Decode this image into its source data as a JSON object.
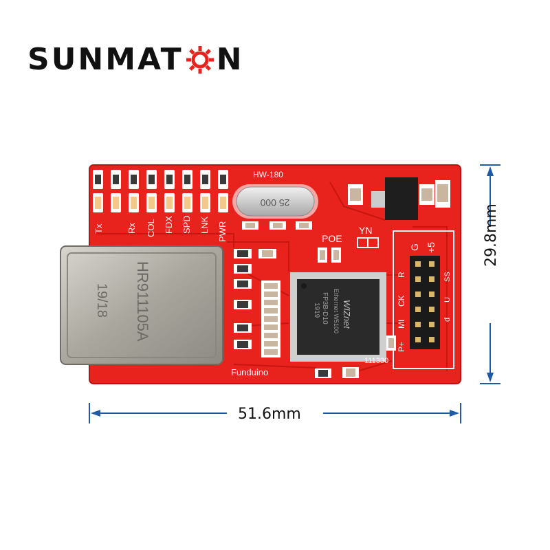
{
  "logo": {
    "text_before": "SUNMAT",
    "text_after": "N"
  },
  "board": {
    "model": "HW-180",
    "led_labels": [
      "Tx",
      "Rx",
      "COL",
      "FDX",
      "SPD",
      "LNK",
      "PWR"
    ],
    "crystal": "25 000",
    "poe_label": "POE",
    "yn_label": "YN",
    "connector_top": [
      "G",
      "+5"
    ],
    "connector_side": [
      "CK",
      "R",
      "MI",
      "P+"
    ],
    "connector_side_extra": [
      "SS",
      "U",
      "d"
    ],
    "rj45_part": "HR911105A",
    "rj45_date": "19/18",
    "chip_brand": "WIZnet",
    "chip_line": "Ethernet W5100",
    "chip_code": "FP3B-D10",
    "chip_date": "1919",
    "brand": "Funduino",
    "pcb_code": "111330"
  },
  "dimensions": {
    "width": "51.6mm",
    "height": "29.8mm"
  },
  "colors": {
    "pcb": "#e8221c",
    "pcb_dark": "#c41410",
    "silk": "#ffffff",
    "chip": "#2a2a2a",
    "metal": "#b9b6ae",
    "dimension_line": "#1f5aa6"
  }
}
